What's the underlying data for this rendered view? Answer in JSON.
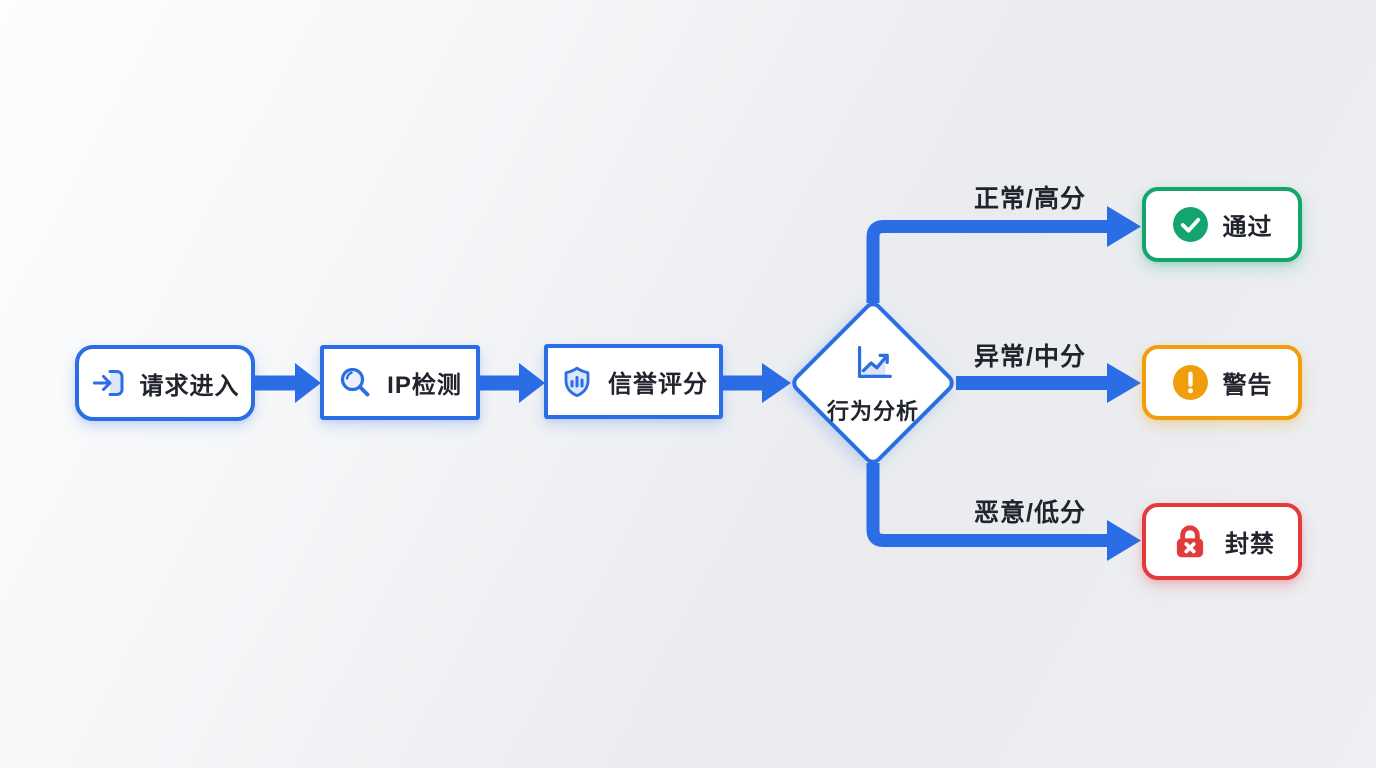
{
  "colors": {
    "blue": "#2b6de4",
    "blue-light": "#dbe7fa",
    "green": "#14a56f",
    "orange": "#f09e0c",
    "red": "#e23b3b",
    "text": "#21242c",
    "node-bg": "#ffffff"
  },
  "nodes": {
    "start": {
      "label": "请求进入",
      "icon": "login-icon"
    },
    "ip_check": {
      "label": "IP检测",
      "icon": "search-icon"
    },
    "reputation": {
      "label": "信誉评分",
      "icon": "shield-bars-icon"
    },
    "decision": {
      "label": "行为分析",
      "icon": "trend-chart-icon"
    }
  },
  "branches": [
    {
      "condition": "正常/高分",
      "result": "通过",
      "icon": "check-circle-icon",
      "color": "#14a56f"
    },
    {
      "condition": "异常/中分",
      "result": "警告",
      "icon": "alert-circle-icon",
      "color": "#f09e0c"
    },
    {
      "condition": "恶意/低分",
      "result": "封禁",
      "icon": "lock-x-icon",
      "color": "#e23b3b"
    }
  ]
}
